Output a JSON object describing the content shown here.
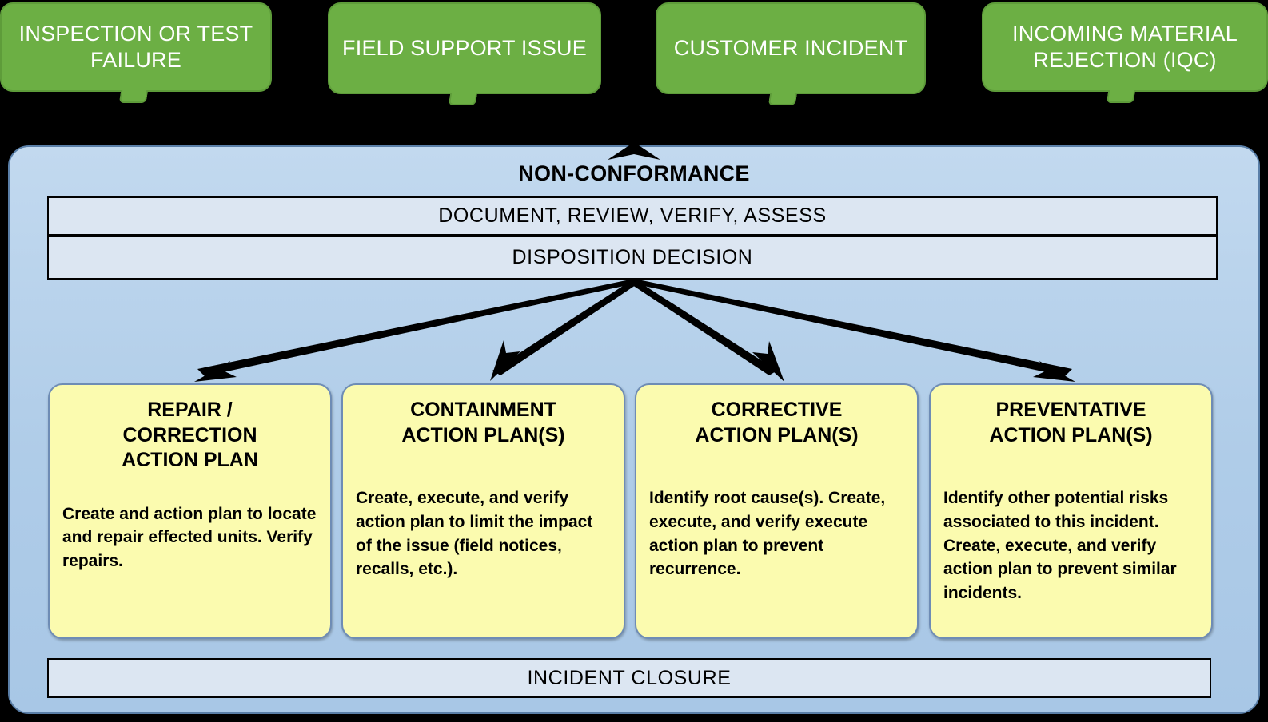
{
  "sources": [
    {
      "label": "INSPECTION OR TEST FAILURE"
    },
    {
      "label": "FIELD SUPPORT ISSUE"
    },
    {
      "label": "CUSTOMER INCIDENT"
    },
    {
      "label": "INCOMING MATERIAL REJECTION (IQC)"
    }
  ],
  "panel": {
    "title": "NON-CONFORMANCE",
    "bar_document": "DOCUMENT, REVIEW, VERIFY, ASSESS",
    "bar_disposition": "DISPOSITION  DECISION",
    "bar_closure": "INCIDENT CLOSURE"
  },
  "action_plans": [
    {
      "title": "REPAIR /\nCORRECTION\nACTION PLAN",
      "body": "Create and action plan to locate and repair effected units.  Verify repairs."
    },
    {
      "title": "CONTAINMENT\nACTION PLAN(S)",
      "body": "Create, execute, and verify action plan to limit the impact of the issue (field notices, recalls, etc.)."
    },
    {
      "title": "CORRECTIVE\nACTION PLAN(S)",
      "body": "Identify root cause(s).  Create, execute, and verify execute action plan to prevent recurrence."
    },
    {
      "title": "PREVENTATIVE\nACTION PLAN(S)",
      "body": "Identify other potential risks associated to this incident.  Create, execute, and verify action plan to prevent similar incidents."
    }
  ],
  "colors": {
    "background": "#000000",
    "source_box_fill": "#6CAF44",
    "panel_fill": "#AFCCE8",
    "stage_bar_fill": "#DCE6F2",
    "action_box_fill": "#FBFBAF",
    "arrow": "#000000"
  }
}
